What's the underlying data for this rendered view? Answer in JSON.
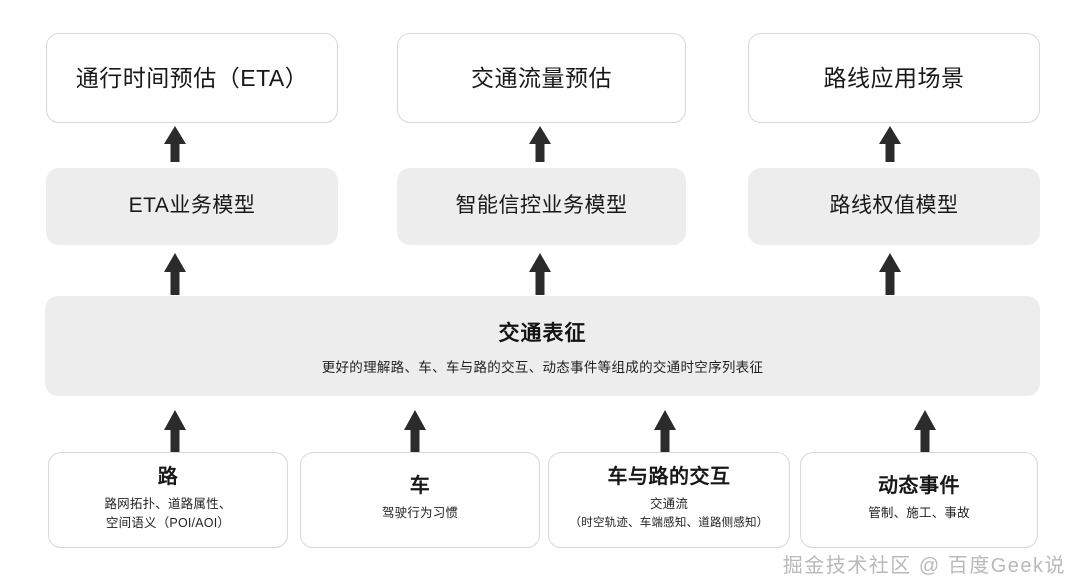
{
  "diagram": {
    "rows": {
      "scenarios": [
        {
          "title": "通行时间预估（ETA）"
        },
        {
          "title": "交通流量预估"
        },
        {
          "title": "路线应用场景"
        }
      ],
      "models": [
        {
          "title": "ETA业务模型"
        },
        {
          "title": "智能信控业务模型"
        },
        {
          "title": "路线权值模型"
        }
      ],
      "representation": {
        "title": "交通表征",
        "subtitle": "更好的理解路、车、车与路的交互、动态事件等组成的交通时空序列表征"
      },
      "sources": [
        {
          "title": "路",
          "sub_line1": "路网拓扑、道路属性、",
          "sub_line2": "空间语义（POI/AOI）"
        },
        {
          "title": "车",
          "sub_line1": "驾驶行为习惯",
          "sub_line2": ""
        },
        {
          "title": "车与路的交互",
          "sub_line1": "交通流",
          "sub_line2": "（时空轨迹、车端感知、道路侧感知）"
        },
        {
          "title": "动态事件",
          "sub_line1": "管制、施工、事故",
          "sub_line2": ""
        }
      ]
    },
    "arrows": {
      "label": "向上箭头",
      "color": "#2b2b2b",
      "count": 10
    },
    "colors": {
      "box_fill_outline": "#fefefe",
      "box_border": "#d8d8d8",
      "box_fill_gray": "#ededed",
      "text": "#181818",
      "background": "#ffffff",
      "watermark": "#b4b4b4"
    }
  },
  "watermark": {
    "text": "掘金技术社区 @ 百度Geek说"
  }
}
